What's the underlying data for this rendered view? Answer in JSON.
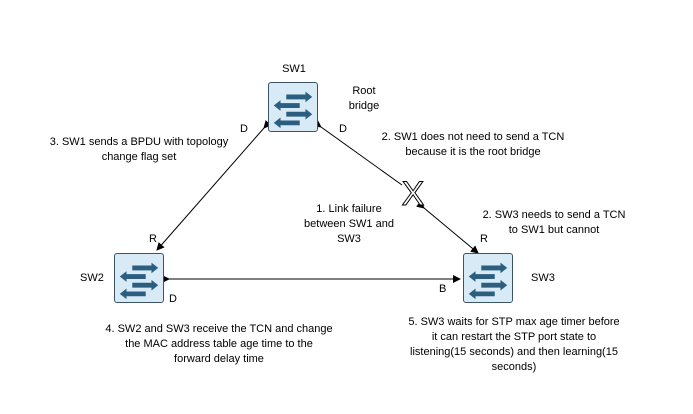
{
  "switches": {
    "sw1": {
      "name": "SW1"
    },
    "sw2": {
      "name": "SW2"
    },
    "sw3": {
      "name": "SW3"
    }
  },
  "port_labels": {
    "sw1_left": "D",
    "sw1_right": "D",
    "sw2_top": "R",
    "sw2_bottom": "D",
    "sw3_top": "R",
    "sw3_left": "B"
  },
  "annotations": {
    "root_bridge": [
      "Root",
      "bridge"
    ],
    "link_failure": [
      "1. Link failure",
      "between SW1 and",
      "SW3"
    ],
    "step2_sw1": [
      "2. SW1 does not need to send a TCN",
      "because it is the root bridge"
    ],
    "step2_sw3": [
      "2. SW3 needs to send a TCN",
      "to SW1 but cannot"
    ],
    "step3": [
      "3. SW1 sends a BPDU with topology",
      "change flag set"
    ],
    "step4": [
      "4. SW2 and SW3 receive the TCN and change",
      "the MAC address table age time to the",
      "forward delay time"
    ],
    "step5": [
      "5. SW3 waits for STP max age timer before",
      "it can restart the STP port state to",
      "listening(15 seconds) and then learning(15",
      "seconds)"
    ]
  },
  "failure_mark": "X",
  "colors": {
    "switch_fill": "#d7eaf6",
    "switch_border": "#3b5468",
    "arrow_icon": "#2b5e7f",
    "line": "#000000"
  }
}
